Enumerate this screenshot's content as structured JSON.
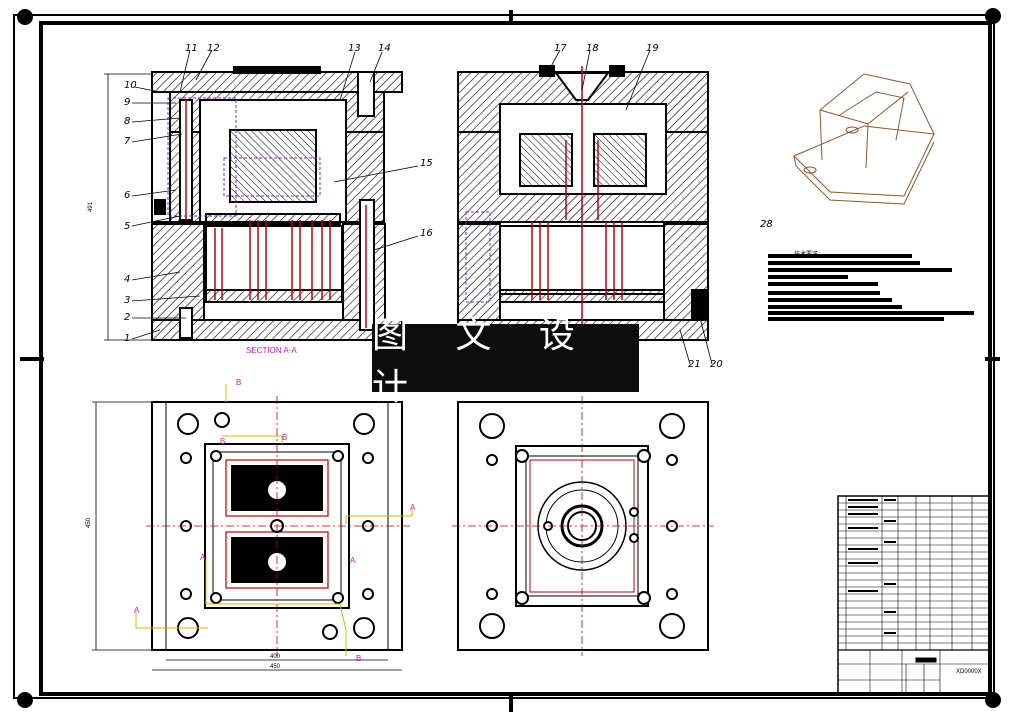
{
  "drawing": {
    "watermark_text": "图 文 设 计",
    "section_label": "SECTION A-A",
    "part_numbers_left": [
      "1",
      "2",
      "3",
      "4",
      "5",
      "6",
      "7",
      "8",
      "9",
      "10",
      "11",
      "12",
      "13",
      "14",
      "15",
      "16"
    ],
    "part_numbers_right": [
      "17",
      "18",
      "19",
      "20",
      "21"
    ],
    "note_number": "28",
    "tech_requirements_title": "技术要求:",
    "dimensions": {
      "bottom_inner": "400",
      "bottom_outer": "450",
      "left_height_top": "491",
      "left_height_bottom": "450"
    },
    "section_marks": [
      "A",
      "A",
      "A",
      "A",
      "B",
      "B",
      "B",
      "B"
    ],
    "title_block": {
      "drawing_code": "XD0000X"
    }
  },
  "colors": {
    "line": "#000000",
    "hatch": "#000000",
    "center_line": "#d00000",
    "section_mark": "#c020c0",
    "cut_line": "#d4b800",
    "banner_bg": "#0d0d0d",
    "banner_text": "#ffffff"
  }
}
